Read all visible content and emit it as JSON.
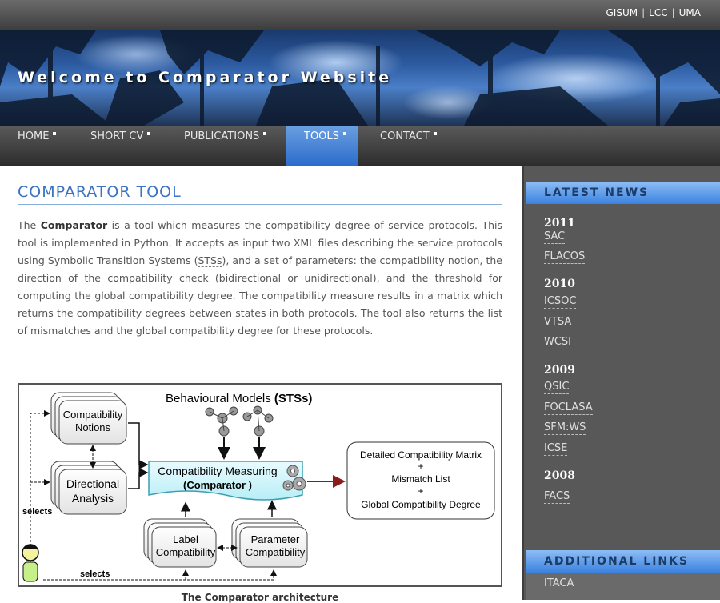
{
  "toplinks": [
    "GISUM",
    "LCC",
    "UMA"
  ],
  "banner": {
    "title": "Welcome to Comparator Website"
  },
  "nav": [
    {
      "label": "HOME"
    },
    {
      "label": "SHORT CV"
    },
    {
      "label": "PUBLICATIONS"
    },
    {
      "label": "TOOLS",
      "active": true
    },
    {
      "label": "CONTACT"
    }
  ],
  "main": {
    "title": "COMPARATOR TOOL",
    "intro": {
      "p1": "The ",
      "bold": "Comparator",
      "p2": " is a tool which measures the compatibility degree of service protocols. This tool is implemented in Python. It accepts as input two XML files describing the service protocols using Symbolic Transition Systems (",
      "abbr": "STSs",
      "p3": "), and a set of parameters: the compatibility notion, the direction of the compatibility check (bidirectional or unidirectional), and the threshold for computing the global compatibility degree. The compatibility measure results in a matrix which returns the compatibility degrees between states in both protocols. The tool also returns the list of mismatches and the global compatibility degree for these protocols."
    },
    "diagram": {
      "top_label": "Behavioural Models",
      "top_label_bold": "(STSs)",
      "compat_notions": [
        "Compatibility",
        "Notions"
      ],
      "directional": [
        "Directional",
        "Analysis"
      ],
      "measuring": "Compatibility Measuring",
      "comparator": "(Comparator )",
      "output": [
        "Detailed Compatibility Matrix",
        "+",
        "Mismatch List",
        "+",
        "Global Compatibility Degree"
      ],
      "label_compat": [
        "Label",
        "Compatibility"
      ],
      "param_compat": [
        "Parameter",
        "Compatibility"
      ],
      "selects_left": "selects",
      "selects_bottom": "selects"
    },
    "caption": "The Comparator architecture"
  },
  "sidebar": {
    "latest_news": "LATEST NEWS",
    "groups": [
      {
        "year": "2011",
        "links": [
          "SAC",
          "FLACOS"
        ]
      },
      {
        "year": "2010",
        "links": [
          "ICSOC",
          "VTSA",
          "WCSI"
        ]
      },
      {
        "year": "2009",
        "links": [
          "QSIC",
          "FOCLASA",
          "SFM:WS",
          "ICSE"
        ]
      },
      {
        "year": "2008",
        "links": [
          "FACS"
        ]
      }
    ],
    "additional_links": "ADDITIONAL LINKS",
    "additional": [
      "ITACA"
    ]
  },
  "colors": {
    "accent": "#3a73c2",
    "nav_active": "#2c6dcc",
    "sidebar_bg": "#585858"
  }
}
